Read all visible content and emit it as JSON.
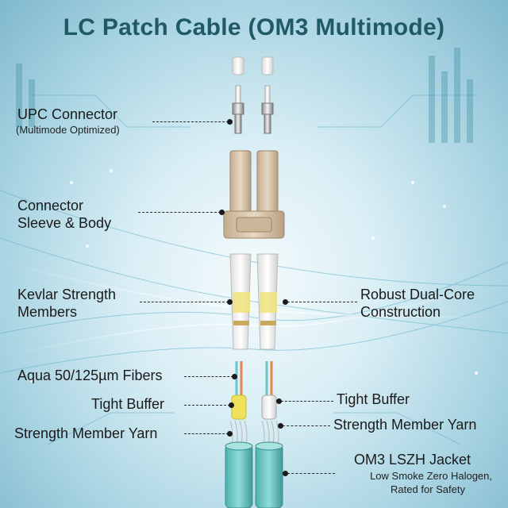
{
  "title": "LC Patch Cable (OM3 Multimode)",
  "labels": {
    "upc_connector": "UPC Connector",
    "upc_connector_sub": "(Multimode Optimized)",
    "sleeve_line1": "Connector",
    "sleeve_line2": "Sleeve & Body",
    "kevlar_line1": "Kevlar Strength",
    "kevlar_line2": "Members",
    "dual_core_line1": "Robust Dual-Core",
    "dual_core_line2": "Construction",
    "aqua_fibers": "Aqua 50/125µm Fibers",
    "tight_buffer_left": "Tight Buffer",
    "tight_buffer_right": "Tight Buffer",
    "strength_yarn_left": "Strength Member Yarn",
    "strength_yarn_right": "Strength Member Yarn",
    "jacket": "OM3 LSZH Jacket",
    "jacket_sub1": "Low Smoke Zero Halogen,",
    "jacket_sub2": "Rated for Safety"
  },
  "colors": {
    "title": "#1f5a66",
    "aqua_jacket": "#6cc6c4",
    "connector_beige": "#d9c6ad",
    "buffer_yellow": "#f0e15a",
    "fiber_orange": "#e4874a"
  }
}
